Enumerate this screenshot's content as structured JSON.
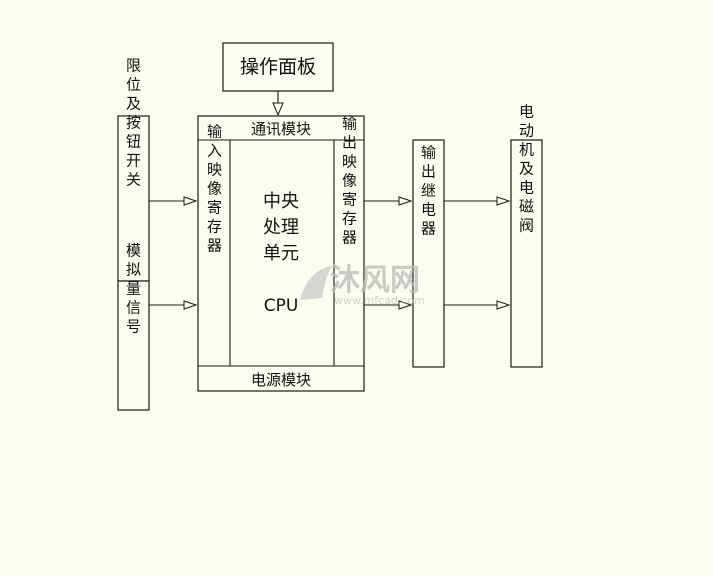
{
  "nodes": {
    "panel": "操作面板",
    "comm": "通讯模块",
    "power": "电源模块",
    "input_image": "输入映像寄存器",
    "cpu_cn": "中央处理单元",
    "cpu_en": "CPU",
    "output_image": "输出映像寄存器",
    "limit_switch": "限位及按钮开关",
    "analog": "模拟量信号",
    "relay": "输出继电器",
    "motor": "电动机及电磁阀"
  },
  "watermark": {
    "text": "沐风网",
    "url": "www.mfcad.com"
  },
  "colors": {
    "background": "#fdfcf0",
    "stroke": "#1a1a1a",
    "watermark": "#b9b9b9"
  }
}
